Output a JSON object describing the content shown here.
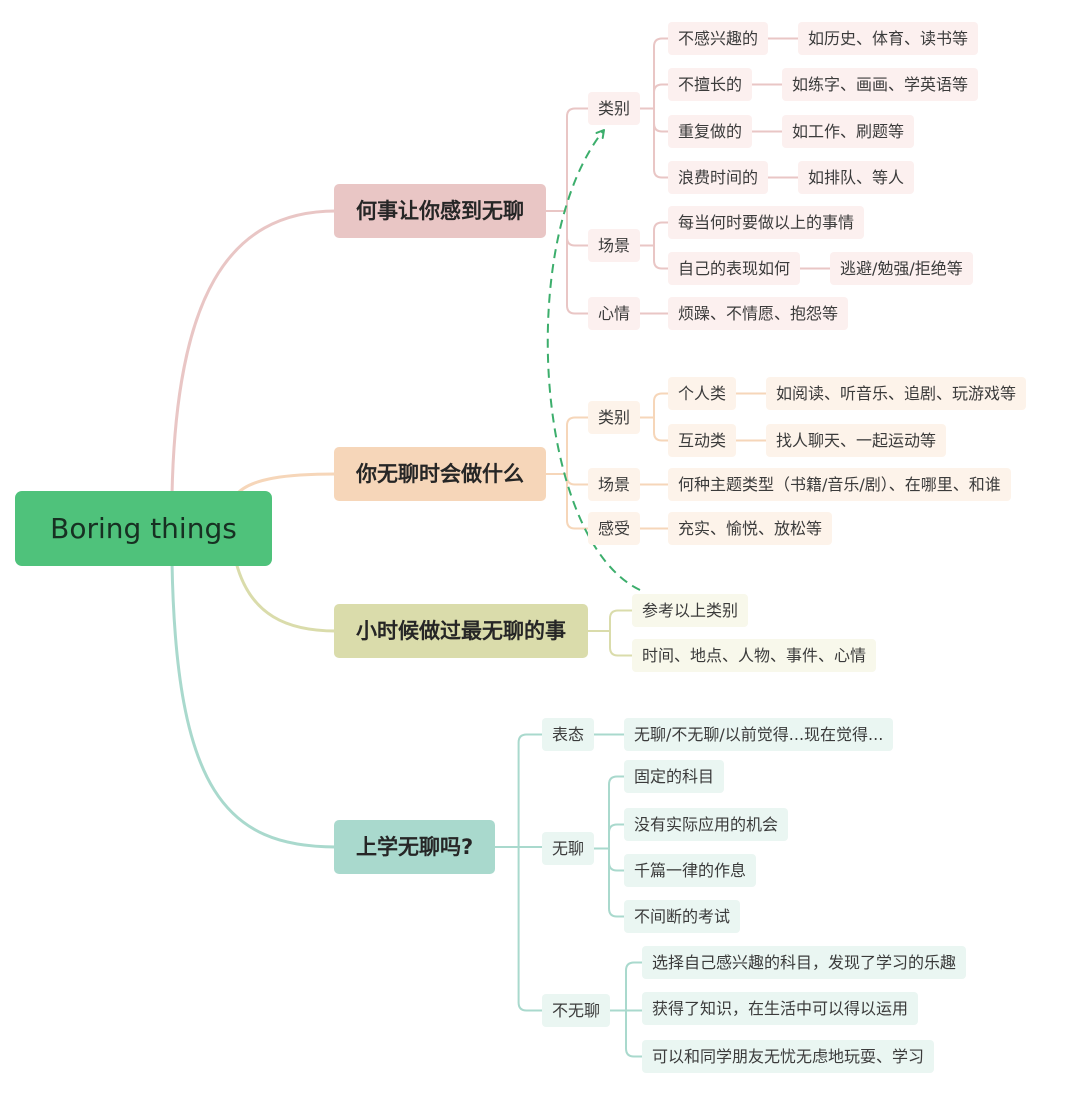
{
  "theme": {
    "root_color": "#4fc27b",
    "reference_arrow_color": "#3cae6c"
  },
  "root": {
    "label": "Boring things"
  },
  "branches": [
    {
      "label": "何事让你感到无聊",
      "color": "#e9c6c5",
      "node_color": "#fcf0ef",
      "children": [
        {
          "label": "类别",
          "children": [
            {
              "label": "不感兴趣的",
              "children": [
                {
                  "label": "如历史、体育、读书等"
                }
              ]
            },
            {
              "label": "不擅长的",
              "children": [
                {
                  "label": "如练字、画画、学英语等"
                }
              ]
            },
            {
              "label": "重复做的",
              "children": [
                {
                  "label": "如工作、刷题等"
                }
              ]
            },
            {
              "label": "浪费时间的",
              "children": [
                {
                  "label": "如排队、等人"
                }
              ]
            }
          ]
        },
        {
          "label": "场景",
          "children": [
            {
              "label": "每当何时要做以上的事情"
            },
            {
              "label": "自己的表现如何",
              "children": [
                {
                  "label": "逃避/勉强/拒绝等"
                }
              ]
            }
          ]
        },
        {
          "label": "心情",
          "children": [
            {
              "label": "烦躁、不情愿、抱怨等"
            }
          ]
        }
      ]
    },
    {
      "label": "你无聊时会做什么",
      "color": "#f6d6b9",
      "node_color": "#fdf3ea",
      "children": [
        {
          "label": "类别",
          "children": [
            {
              "label": "个人类",
              "children": [
                {
                  "label": "如阅读、听音乐、追剧、玩游戏等"
                }
              ]
            },
            {
              "label": "互动类",
              "children": [
                {
                  "label": "找人聊天、一起运动等"
                }
              ]
            }
          ]
        },
        {
          "label": "场景",
          "children": [
            {
              "label": "何种主题类型（书籍/音乐/剧）、在哪里、和谁"
            }
          ]
        },
        {
          "label": "感受",
          "children": [
            {
              "label": "充实、愉悦、放松等"
            }
          ]
        }
      ]
    },
    {
      "label": "小时候做过最无聊的事",
      "color": "#dadcab",
      "node_color": "#f8f8eb",
      "children": [
        {
          "label": "参考以上类别"
        },
        {
          "label": "时间、地点、人物、事件、心情"
        }
      ]
    },
    {
      "label": "上学无聊吗?",
      "color": "#a9d9cd",
      "node_color": "#eaf6f2",
      "children": [
        {
          "label": "表态",
          "children": [
            {
              "label": "无聊/不无聊/以前觉得...现在觉得..."
            }
          ]
        },
        {
          "label": "无聊",
          "children": [
            {
              "label": "固定的科目"
            },
            {
              "label": "没有实际应用的机会"
            },
            {
              "label": "千篇一律的作息"
            },
            {
              "label": "不间断的考试"
            }
          ]
        },
        {
          "label": "不无聊",
          "children": [
            {
              "label": "选择自己感兴趣的科目，发现了学习的乐趣"
            },
            {
              "label": "获得了知识，在生活中可以得以运用"
            },
            {
              "label": "可以和同学朋友无忧无虑地玩耍、学习"
            }
          ]
        }
      ]
    }
  ]
}
